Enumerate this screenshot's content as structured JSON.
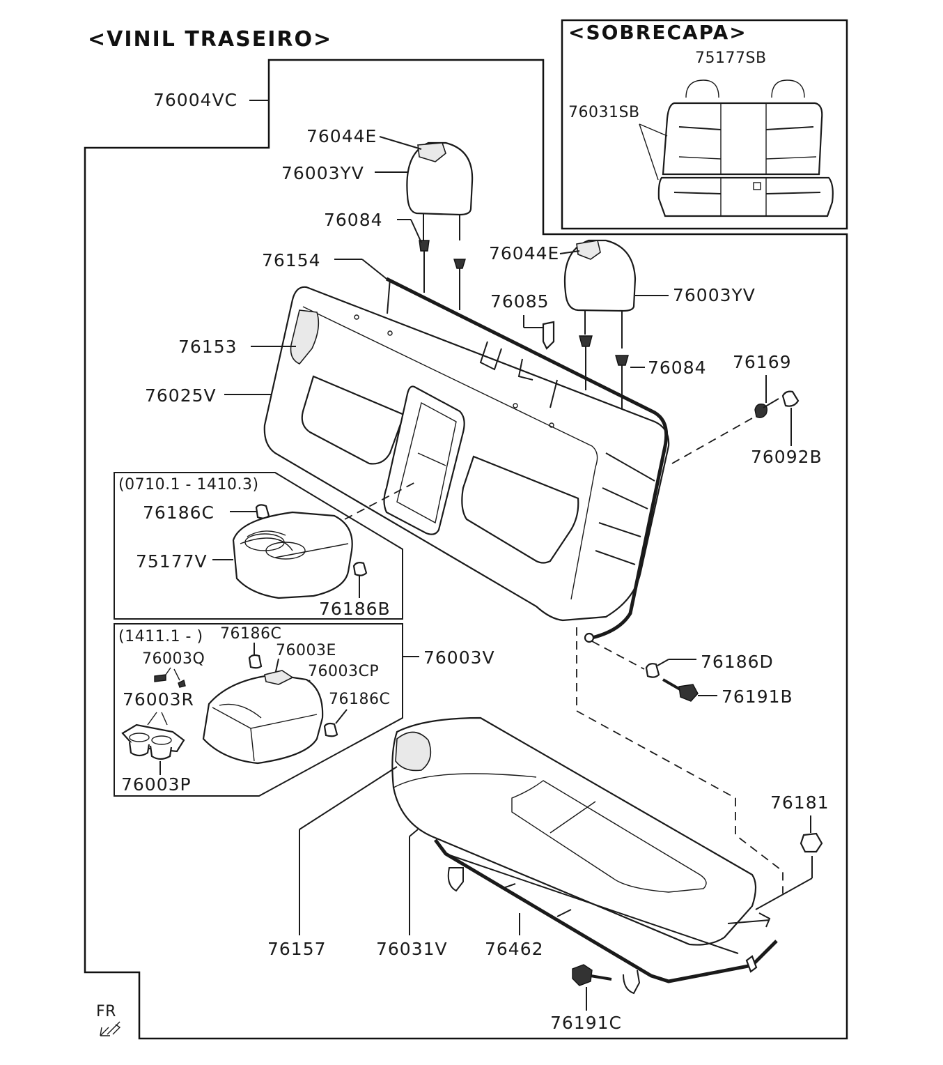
{
  "title": "<VINIL TRASEIRO>",
  "inset": {
    "title": "<SOBRECAPA>",
    "labels": [
      "75177SB",
      "76031SB"
    ]
  },
  "groups": {
    "armrest_old": "(0710.1 - 1410.3)",
    "armrest_new": "(1411.1 - )"
  },
  "labels": {
    "l76004VC": "76004VC",
    "l76044E_a": "76044E",
    "l76003YV_a": "76003YV",
    "l76084_a": "76084",
    "l76154": "76154",
    "l76044E_b": "76044E",
    "l76085": "76085",
    "l76003YV_b": "76003YV",
    "l76153": "76153",
    "l76084_b": "76084",
    "l76169": "76169",
    "l76025V": "76025V",
    "l76092B": "76092B",
    "l76186C_a": "76186C",
    "l75177V": "75177V",
    "l76186B": "76186B",
    "l76186C_b": "76186C",
    "l76003E": "76003E",
    "l76003V": "76003V",
    "l76003Q": "76003Q",
    "l76003CP": "76003CP",
    "l76186D": "76186D",
    "l76003R": "76003R",
    "l76186C_c": "76186C",
    "l76191B": "76191B",
    "l76003P": "76003P",
    "l76181": "76181",
    "l76157": "76157",
    "l76031V": "76031V",
    "l76462": "76462",
    "l76191C": "76191C"
  },
  "direction": "FR"
}
